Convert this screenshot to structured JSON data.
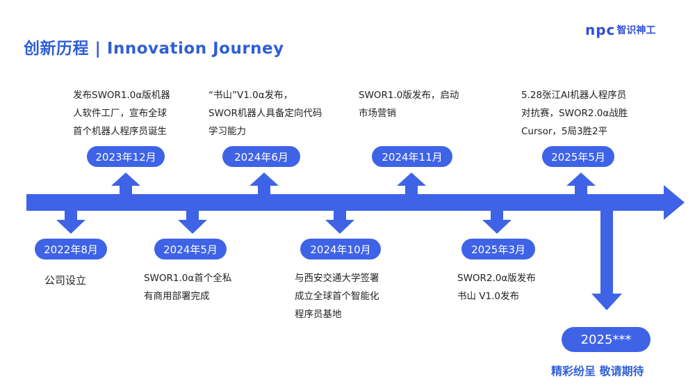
{
  "header": {
    "title": "创新历程 | Innovation Journey",
    "logo_mark": "npc",
    "logo_text": "智识神工"
  },
  "colors": {
    "primary": "#3f63e6",
    "title": "#2f5fd6"
  },
  "milestones_above": [
    {
      "date": "2023年12月",
      "lines": [
        "发布SWOR1.0α版机器",
        "人软件工厂，宣布全球",
        "首个机器人程序员诞生"
      ]
    },
    {
      "date": "2024年6月",
      "lines": [
        "“书山”V1.0α发布，",
        "SWOR机器人具备定向代码",
        "学习能力"
      ]
    },
    {
      "date": "2024年11月",
      "lines": [
        "SWOR1.0版发布，启动",
        "市场营销"
      ]
    },
    {
      "date": "2025年5月",
      "lines": [
        "5.28张江AI机器人程序员",
        "对抗赛，SWOR2.0α战胜",
        "Cursor，5局3胜2平"
      ]
    }
  ],
  "milestones_below": [
    {
      "date": "2022年8月",
      "lines": [
        "公司设立"
      ]
    },
    {
      "date": "2024年5月",
      "lines": [
        "SWOR1.0α首个全私",
        "有商用部署完成"
      ]
    },
    {
      "date": "2024年10月",
      "lines": [
        "与西安交通大学签署",
        "成立全球首个智能化",
        "程序员基地"
      ]
    },
    {
      "date": "2025年3月",
      "lines": [
        "SWOR2.0α版发布",
        "书山 V1.0发布"
      ]
    }
  ],
  "future": {
    "date": "2025***",
    "text": "精彩纷呈 敬请期待"
  }
}
